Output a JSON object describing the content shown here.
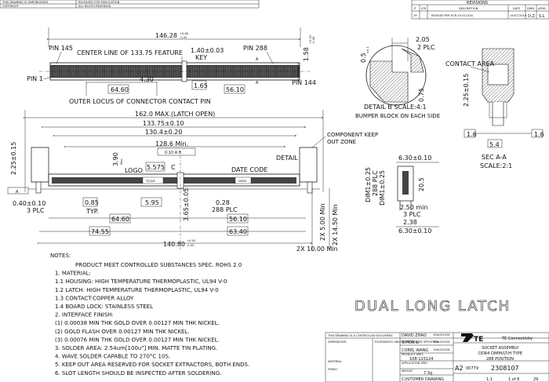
{
  "header": {
    "left_line1": "THIS DRAWING IS UNPUBLISHED.",
    "left_line2": "COPYRIGHT",
    "left_line3": "RELEASED FOR PUBLICATION",
    "left_line4": "ALL RIGHTS RESERVED",
    "revisions_title": "REVISIONS",
    "rev_col_p": "P",
    "rev_col_ltr": "LTR",
    "rev_col_desc": "DESCRIPTION",
    "rev_col_date": "DATE",
    "rev_col_dwn": "DWN",
    "rev_col_apvd": "APVD",
    "rev_p": "29",
    "rev_ltr": "",
    "rev_desc": "REVISED PER ECR-19-011316",
    "rev_date": "14OCT2019",
    "rev_dwn": "D.Z",
    "rev_apvd": "S.L"
  },
  "top_view": {
    "pin145": "PIN 145",
    "centerline": "CENTER LINE OF 133.75 FEATURE",
    "pin288": "PIN 288",
    "pin1": "PIN 1",
    "pin144": "PIN 144",
    "key": "KEY",
    "dim_overall": "146.28",
    "dim_overall_tol_plus": "+0.80",
    "dim_overall_tol_minus": "-0.20",
    "dim_key": "1.40±0.03",
    "dim_height": "1.58",
    "dim_height_tol_plus": "+0.03",
    "dim_height_tol_minus": "-0.08",
    "dim_4_30": "4.30",
    "dim_1_65": "1.65",
    "dim_64_60": "64.60",
    "dim_56_10": "56.10",
    "outer_locus": "OUTER LOCUS OF CONNECTOR CONTACT PIN",
    "a_marker": "A"
  },
  "detail_b": {
    "dim_2_05": "2.05",
    "dim_2_plc": "2 PLC",
    "dim_0_5": "0.5",
    "dim_0_5_tol": "±0.1",
    "dim_0_75": "0.75",
    "title": "DETAIL B   SCALE:4:1",
    "caption": "BUMPER BLOCK ON EACH SIDE"
  },
  "section_aa": {
    "contact_area": "CONTACT AREA",
    "dim_2_25": "2.25±0.15",
    "dim_1_6_left": "1.6",
    "dim_1_6_right": "1.6",
    "dim_5_4": "5.4",
    "title": "SEC A-A",
    "scale": "SCALE:2:1"
  },
  "front_view": {
    "dim_162": "162.0  MAX.(LATCH OPEN)",
    "dim_133_75": "133.75±0.10",
    "dim_130_4": "130.4±0.20",
    "dim_128_6": "128.6  Min.",
    "gdt": "0.10 A B",
    "datum_b": "B",
    "dim_3_90": "3.90",
    "dim_3_90_max": "Max.",
    "logo": "LOGO",
    "dim_5_575": "5.575",
    "datum_c": "C",
    "date_code": "DATE CODE",
    "detail_b": "DETAIL B",
    "keepout": "COMPONENT KEEP\nOUT ZONE",
    "dim_2_25": "2.25±0.15",
    "datum_a": "A",
    "dim_0_40": "0.40±0.10",
    "dim_0_40_plc": "3 PLC",
    "dim_0_85": "0.85",
    "dim_typ": "TYP.",
    "dim_5_95": "5.95",
    "dim_0_28": "0.28",
    "dim_288plc": "288 PLC",
    "dim_3_65": "3.65±0.05",
    "dim_64_60": "64.60",
    "dim_56_10": "56.10",
    "dim_74_55": "74.55",
    "dim_63_40": "63.40",
    "dim_140_80": "140.80",
    "dim_140_tol_plus": "+0.45",
    "dim_140_tol_minus": "-0.05",
    "dim_2x5": "2X  5.00  Min",
    "dim_2x14_5": "2X  14.50  Min",
    "dim_2x10": "2X  10.00  Min",
    "label_chip": "DDR4",
    "label_logo_text": "TE/QM"
  },
  "side_view": {
    "dim_6_30_top": "6.30±0.10",
    "dim_dim1": "DIM1±0.25",
    "dim_288plc": "288 PLC",
    "dim_dim1_2": "DIM1±0.25",
    "dim_20_5": "20.5",
    "dim_2_50": "2.50  min",
    "dim_3plc": "3 PLC",
    "dim_2_38": "2.38",
    "dim_6_30_bot": "6.30±0.10"
  },
  "notes": {
    "heading": "NOTES:",
    "items": [
      "PRODUCT MEET CONTROLLED SUBSTANCES SPEC. ROHS 2.0",
      "1. MATERIAL:",
      "1.1 HOUSING: HIGH TEMPERATURE THERMOPLASTIC, UL94 V-0",
      "1.2 LATCH: HIGH TEMPERATURE THERMOPLASTIC, UL94 V-0",
      "1.3 CONTACT:COPPER ALLOY",
      "1.4 BOARD LOCK: STAINLESS STEEL",
      "2. INTERFACE FINISH:",
      "(1) 0.00038 MIN THK GOLD OVER 0.00127 MIN THK NICKEL.",
      "(2) GOLD FLASH OVER 0.00127 MIN THK NICKEL.",
      "(3) 0.00076 MIN THK GOLD OVER 0.00127 MIN THK NICKEL.",
      "3. SOLDER AREA: 2.54um[100u\"] MIN. MATTE TIN PLATING.",
      "4. WAVE SOLDER CAPABLE TO 270°C 10S.",
      "5. KEEP OUT AREA RESERVED FOR SOCKET EXTRACTORS, BOTH ENDS.",
      "6. SLOT LENGTH SHOULD BE INSPECTED AFTER SOLDERING."
    ]
  },
  "title_text": "DUAL LONG LATCH",
  "title_block": {
    "controlled": "THIS DRAWING IS A CONTROLLED DOCUMENT.",
    "dwn": "DAVID ZHAO",
    "chk": "SIMON LI",
    "appvd": "COREL WANG",
    "spec": "108-115124",
    "weight": "7.3g",
    "customer": "CUSTOMER DRAWING",
    "company": "TE Connectivity",
    "logo": "TE",
    "name_line1": "SOCKET ASSEMBLY",
    "name_line2": "DDR4 DIMM/LT/H TYPE",
    "name_line3": "288 POSITION",
    "size": "A2",
    "cage": "00779",
    "dwg_no": "2308107",
    "scale": "1:1",
    "sheet": "1 of 8",
    "rev": "29",
    "dim_heading": "DIMENSIONS:",
    "tol_heading": "TOLERANCES UNLESS OTHERWISE SPECIFIED:",
    "material": "MATERIAL",
    "finish": "FINISH",
    "product_spec_label": "PRODUCT SPEC",
    "application_spec_label": "APPLICATION SPEC",
    "weight_label": "WEIGHT",
    "date_1": "19AUG2016",
    "date_2": "19AUG2016",
    "date_3": "19AUG2016"
  }
}
